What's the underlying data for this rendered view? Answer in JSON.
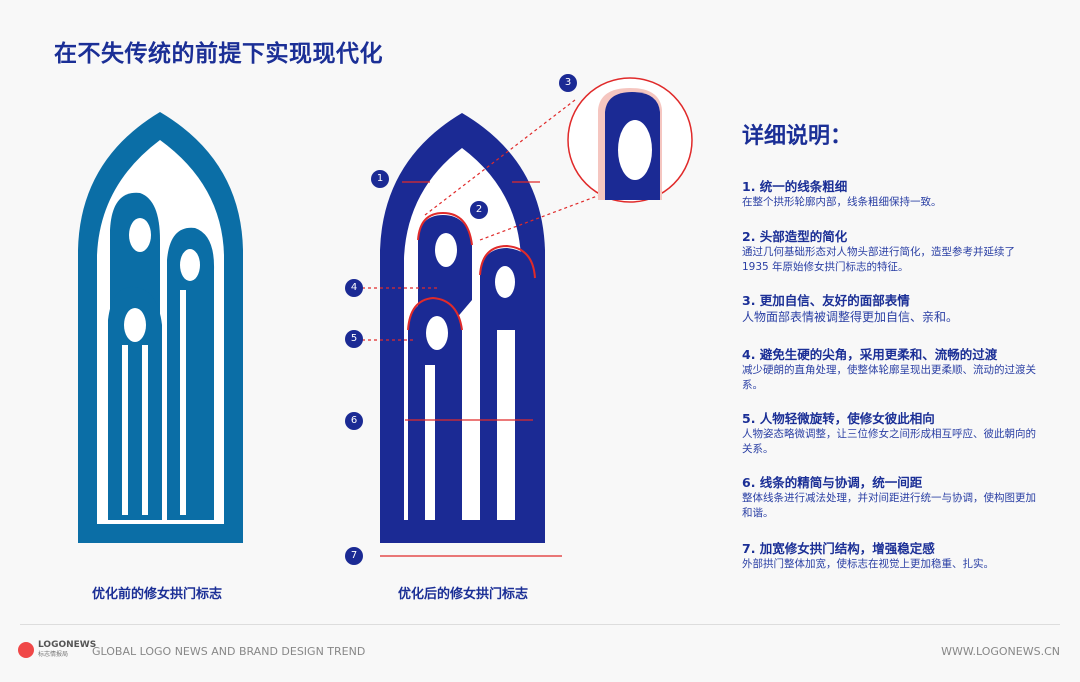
{
  "title": "在不失传统的前提下实现现代化",
  "captions": {
    "before": "优化前的修女拱门标志",
    "after": "优化后的修女拱门标志"
  },
  "markers": [
    "1",
    "2",
    "3",
    "4",
    "5",
    "6",
    "7"
  ],
  "details": {
    "title": "详细说明：",
    "items": [
      {
        "heading": "1. 统一的线条粗细",
        "text": "在整个拱形轮廓内部，线条粗细保持一致。"
      },
      {
        "heading": "2. 头部造型的简化",
        "text": "通过几何基础形态对人物头部进行简化，造型参考并延续了 1935 年原始修女拱门标志的特征。"
      },
      {
        "heading": "3. 更加自信、友好的面部表情",
        "text": "人物面部表情被调整得更加自信、亲和。"
      },
      {
        "heading": "4. 避免生硬的尖角，采用更柔和、流畅的过渡",
        "text": "减少硬朗的直角处理，使整体轮廓呈现出更柔顺、流动的过渡关系。"
      },
      {
        "heading": "5. 人物轻微旋转，使修女彼此相向",
        "text": "人物姿态略微调整，让三位修女之间形成相互呼应、彼此朝向的关系。"
      },
      {
        "heading": "6. 线条的精简与协调，统一间距",
        "text": "整体线条进行减法处理，并对间距进行统一与协调，使构图更加和谐。"
      },
      {
        "heading": "7. 加宽修女拱门结构，增强稳定感",
        "text": "外部拱门整体加宽，使标志在视觉上更加稳重、扎实。"
      }
    ]
  },
  "footer": {
    "brand": "LOGONEWS",
    "brand_sub": "标志情报局",
    "tagline": "GLOBAL LOGO NEWS AND BRAND DESIGN TREND",
    "url": "WWW.LOGONEWS.CN"
  },
  "colors": {
    "old": "#0b6ea6",
    "new": "#1b2a94",
    "accent": "#e02a2a"
  }
}
